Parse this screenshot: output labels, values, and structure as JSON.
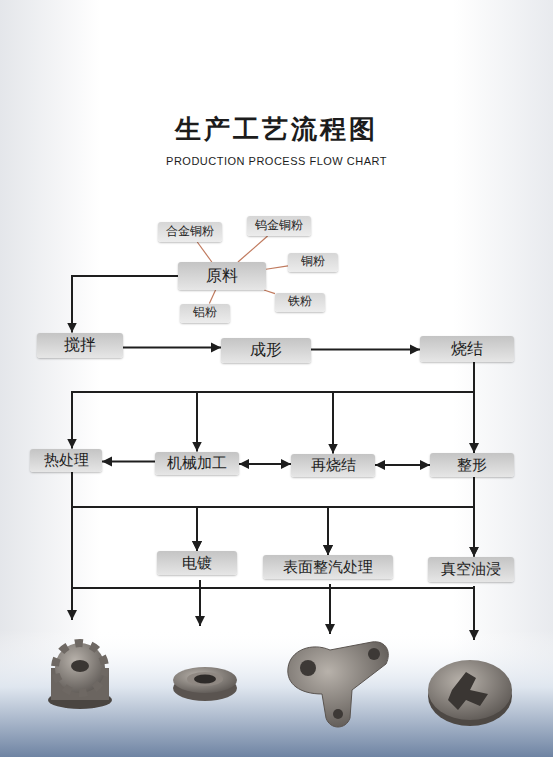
{
  "diagram": {
    "title": "生产工艺流程图",
    "nodes": [
      {
        "text": [
          "合金铜粉"
        ]
      },
      {
        "text": [
          "钨金铜粉"
        ]
      },
      {
        "text": [
          "原料"
        ]
      },
      {
        "text": [
          "铜粉"
        ]
      },
      {
        "text": [
          "铝粉"
        ]
      },
      {
        "text": [
          "铁粉"
        ]
      },
      {
        "text": [
          "搅拌"
        ]
      },
      {
        "text": [
          "成形"
        ]
      },
      {
        "text": [
          "烧结"
        ]
      },
      {
        "text": [
          "热处理"
        ]
      },
      {
        "text": [
          "机械加工"
        ]
      },
      {
        "text": [
          "再烧结"
        ]
      },
      {
        "text": [
          "整形"
        ]
      },
      {
        "text": [
          "电镀"
        ]
      },
      {
        "text": [
          "表面整汽处理"
        ]
      },
      {
        "text": [
          "真空油浸"
        ]
      }
    ],
    "edges": [
      {
        "from": 2,
        "to": 0,
        "arrow": "none"
      },
      {
        "from": 2,
        "to": 1,
        "arrow": "none"
      },
      {
        "from": 2,
        "to": 3,
        "arrow": "none"
      },
      {
        "from": 2,
        "to": 4,
        "arrow": "none"
      },
      {
        "from": 2,
        "to": 5,
        "arrow": "none"
      },
      {
        "from": 2,
        "to": 6,
        "arrow": "to"
      },
      {
        "from": 6,
        "to": 7,
        "arrow": "to"
      },
      {
        "from": 7,
        "to": 8,
        "arrow": "to"
      },
      {
        "from": 8,
        "to": 9,
        "arrow": "to"
      },
      {
        "from": 8,
        "to": 10,
        "arrow": "to"
      },
      {
        "from": 8,
        "to": 11,
        "arrow": "to"
      },
      {
        "from": 8,
        "to": 12,
        "arrow": "to"
      },
      {
        "from": 10,
        "to": 9,
        "arrow": "to"
      },
      {
        "from": 10,
        "to": 11,
        "arrow": "both"
      },
      {
        "from": 11,
        "to": 12,
        "arrow": "both"
      },
      {
        "from": 9,
        "to": 13,
        "arrow": "to"
      },
      {
        "from": 9,
        "to": 14,
        "arrow": "to"
      },
      {
        "from": 9,
        "to": 15,
        "arrow": "to"
      },
      {
        "from": 12,
        "to": 13,
        "arrow": "to"
      },
      {
        "from": 12,
        "to": 14,
        "arrow": "to"
      },
      {
        "from": 12,
        "to": 15,
        "arrow": "to"
      }
    ],
    "labels": [
      "PRODUCTION PROCESS FLOW CHART"
    ]
  }
}
